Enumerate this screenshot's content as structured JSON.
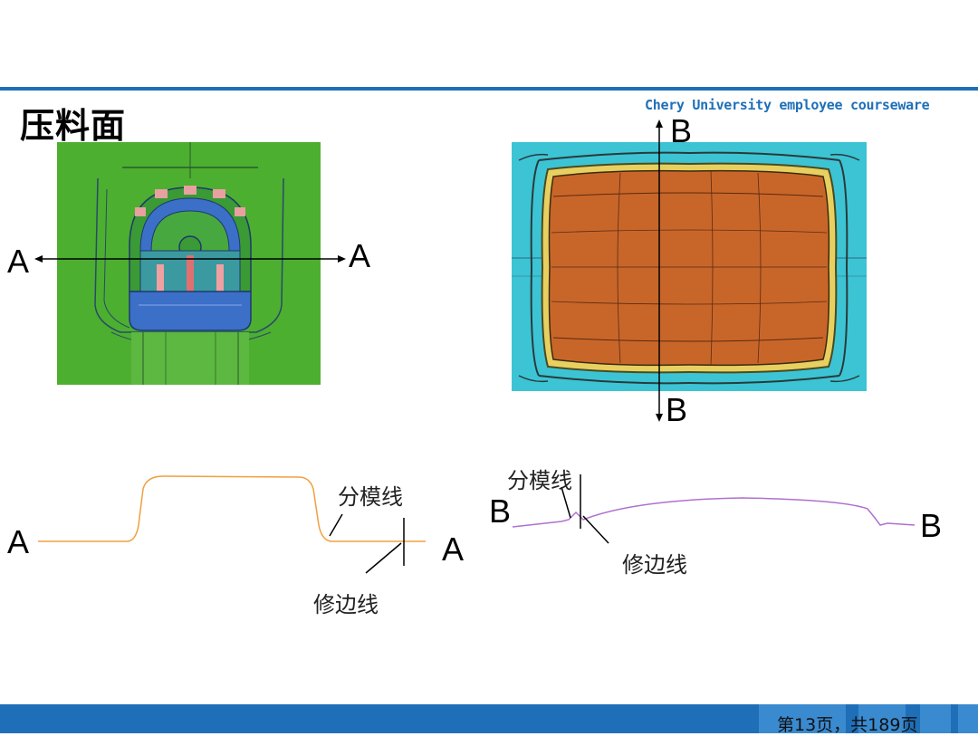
{
  "header": {
    "title": "压料面",
    "watermark": "Chery University employee courseware"
  },
  "section_labels": {
    "a_left": "A",
    "a_right": "A",
    "b_top": "B",
    "b_bottom": "B"
  },
  "profile_a": {
    "label_left": "A",
    "label_right": "A",
    "parting_line": "分模线",
    "trim_line": "修边线",
    "line_color": "#f0a040"
  },
  "profile_b": {
    "label_left": "B",
    "label_right": "B",
    "parting_line": "分模线",
    "trim_line": "修边线",
    "line_color": "#b070d0"
  },
  "footer": {
    "page_number": "第13页，共189页"
  },
  "colors": {
    "accent": "#1f6fb8",
    "left_bg": "#4caf30",
    "right_bg": "#3cc4d4",
    "panel_orange": "#c8662a"
  }
}
